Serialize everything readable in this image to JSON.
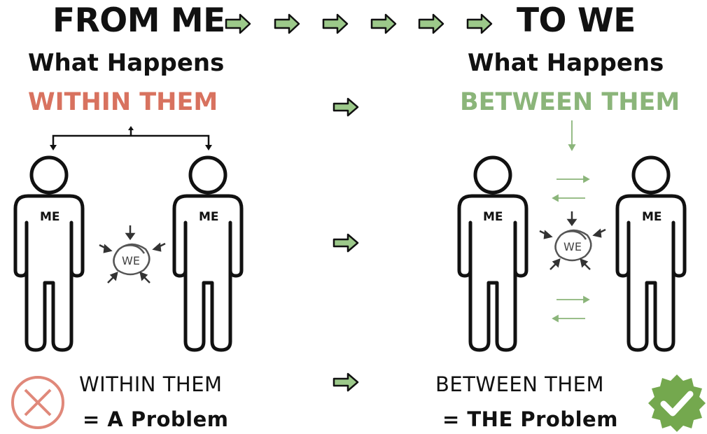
{
  "header": {
    "left": "FROM ME",
    "right": "TO WE"
  },
  "left": {
    "heading": "What Happens",
    "keyword": "WITHIN THEM",
    "person_left_label": "ME",
    "person_right_label": "ME",
    "center_label": "WE",
    "conclusion_line1": "WITHIN THEM",
    "conclusion_line2": "= A Problem"
  },
  "right": {
    "heading": "What Happens",
    "keyword": "BETWEEN THEM",
    "person_left_label": "ME",
    "person_right_label": "ME",
    "center_label": "WE",
    "conclusion_line1": "BETWEEN THEM",
    "conclusion_line2": "= THE Problem"
  },
  "colors": {
    "within": "#d8725f",
    "between": "#8bb57a",
    "arrow_fill": "#9cc98a",
    "badge_green": "#74a84e",
    "cross_red": "#e0887a"
  },
  "icons": {
    "arrow": "right-block-arrow-icon",
    "person": "person-outline-icon",
    "cross": "cross-circle-icon",
    "check": "check-badge-icon"
  }
}
